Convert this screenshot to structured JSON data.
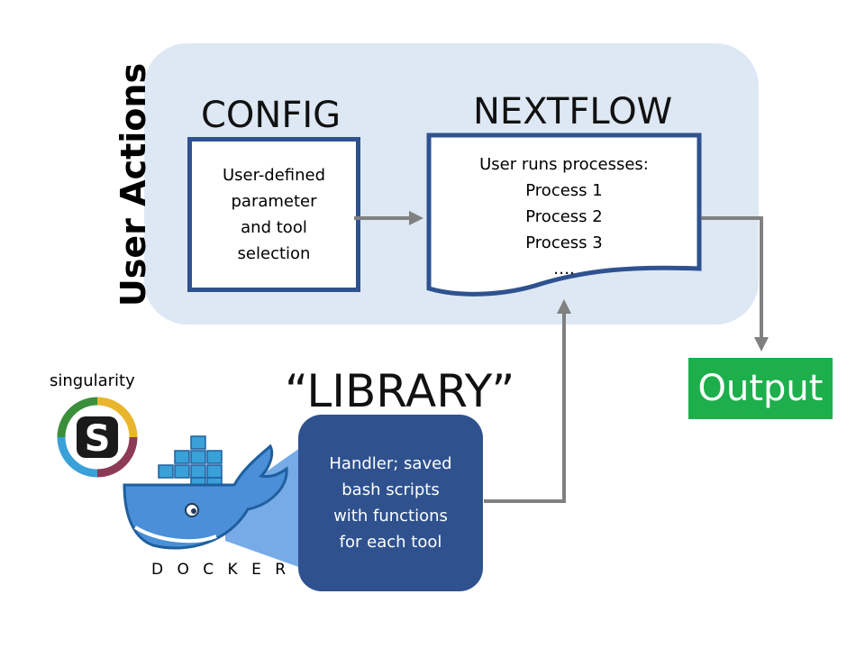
{
  "panel": {
    "label": "User Actions"
  },
  "config": {
    "title": "CONFIG",
    "lines": [
      "User-defined",
      "parameter",
      "and tool",
      "selection"
    ]
  },
  "nextflow": {
    "title": "NEXTFLOW",
    "lines": [
      "User runs processes:",
      "Process 1",
      "Process 2",
      "Process 3",
      "…."
    ]
  },
  "library": {
    "title": "“LIBRARY”",
    "lines": [
      "Handler; saved",
      "bash scripts",
      "with functions",
      "for each tool"
    ]
  },
  "output": {
    "label": "Output"
  },
  "logos": {
    "singularity": {
      "label": "singularity",
      "icon": "singularity-logo-icon"
    },
    "docker": {
      "label": "D O C K E R",
      "icon": "docker-whale-icon"
    }
  },
  "colors": {
    "panel_bg": "#dde8f4",
    "box_border": "#2f528f",
    "handler_fill": "#2f528f",
    "output_fill": "#1daf4c",
    "arrow": "#808080",
    "docker_blue": "#4a8fd8"
  }
}
